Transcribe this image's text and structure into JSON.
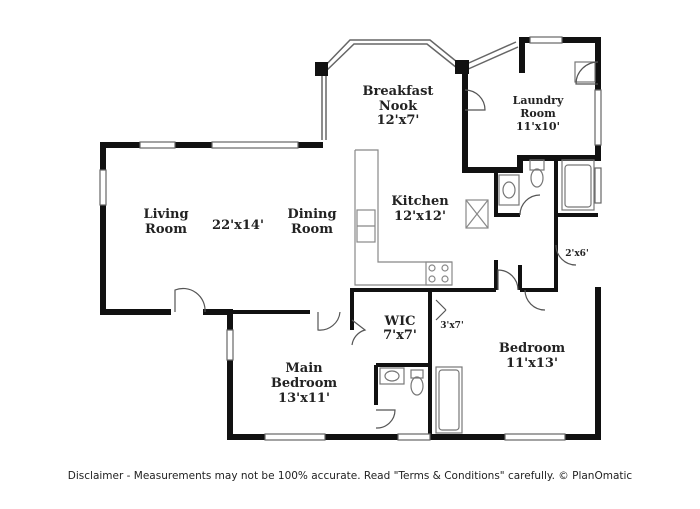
{
  "rooms": {
    "breakfast_nook": {
      "name_line1": "Breakfast",
      "name_line2": "Nook",
      "size": "12'x7'"
    },
    "laundry": {
      "name_line1": "Laundry",
      "name_line2": "Room",
      "size": "11'x10'"
    },
    "living": {
      "name_line1": "Living",
      "name_line2": "Room"
    },
    "living_dining_size": "22'x14'",
    "dining": {
      "name_line1": "Dining",
      "name_line2": "Room"
    },
    "kitchen": {
      "name": "Kitchen",
      "size": "12'x12'"
    },
    "closet_small": {
      "size": "2'x6'"
    },
    "wic": {
      "name": "WIC",
      "size": "7'x7'"
    },
    "closet_3x7": {
      "size": "3'x7'"
    },
    "bedroom": {
      "name": "Bedroom",
      "size": "11'x13'"
    },
    "main_bedroom": {
      "name_line1": "Main",
      "name_line2": "Bedroom",
      "size": "13'x11'"
    }
  },
  "disclaimer": "Disclaimer - Measurements may not be 100% accurate. Read \"Terms & Conditions\" carefully. © PlanOmatic"
}
